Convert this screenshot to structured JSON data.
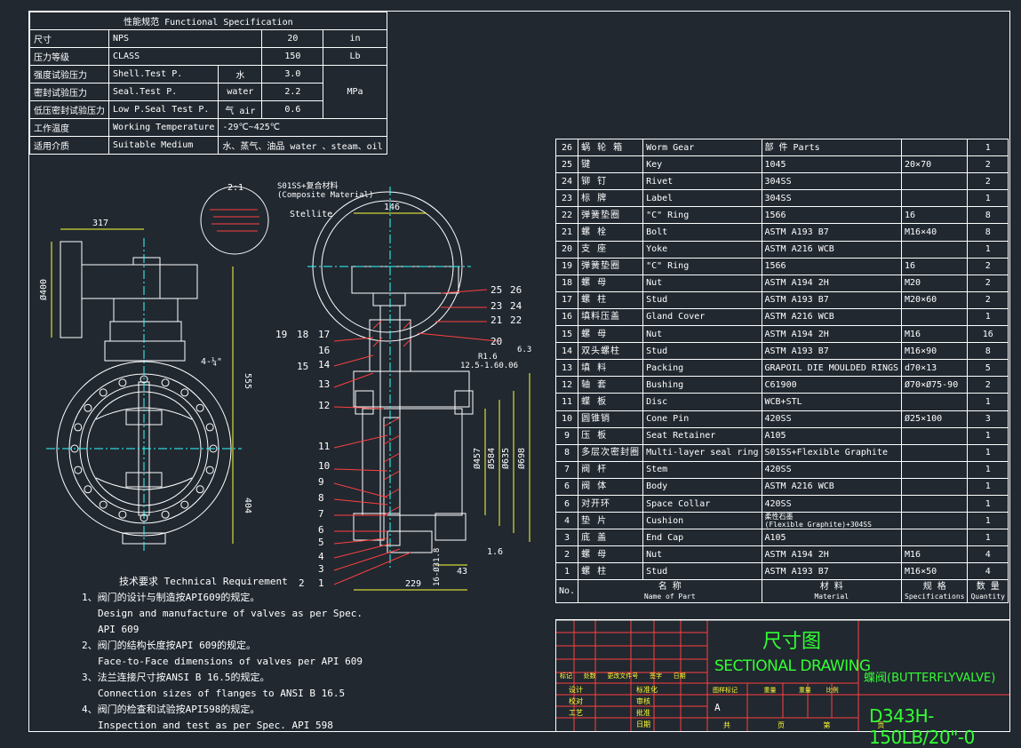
{
  "spec": {
    "title": "性能规范 Functional Specification",
    "rows": [
      {
        "cn": "尺寸",
        "en": "NPS",
        "value": "20",
        "unit": "in"
      },
      {
        "cn": "压力等级",
        "en": "CLASS",
        "value": "150",
        "unit": "Lb"
      },
      {
        "cn": "强度试验压力",
        "en": "Shell.Test P.",
        "medium": "水",
        "value": "3.0",
        "unit": ""
      },
      {
        "cn": "密封试验压力",
        "en": "Seal.Test P.",
        "medium": "water",
        "value": "2.2",
        "unit": "MPa"
      },
      {
        "cn": "低压密封试验压力",
        "en": "Low P.Seal Test P.",
        "medium": "气 air",
        "value": "0.6",
        "unit": ""
      },
      {
        "cn": "工作温度",
        "en": "Working Temperature",
        "value": "-29℃~425℃"
      },
      {
        "cn": "适用介质",
        "en": "Suitable Medium",
        "value": "水、蒸气、油品  water 、steam、oil"
      }
    ]
  },
  "parts_header": {
    "no": "No.",
    "name_cn": "名  称",
    "name_en": "Name of Part",
    "mat_cn": "材  料",
    "mat_en": "Material",
    "spec_cn": "规  格",
    "spec_en": "Specifications",
    "qty_cn": "数 量",
    "qty_en": "Quantity"
  },
  "parts": [
    {
      "no": "26",
      "cn": "蜗 轮 箱",
      "en": "Worm Gear",
      "mat": "部  件    Parts",
      "spec": "",
      "qty": "1"
    },
    {
      "no": "25",
      "cn": "键",
      "en": "Key",
      "mat": "1045",
      "spec": "20×70",
      "qty": "2"
    },
    {
      "no": "24",
      "cn": "铆  钉",
      "en": "Rivet",
      "mat": "304SS",
      "spec": "",
      "qty": "2"
    },
    {
      "no": "23",
      "cn": "标  牌",
      "en": "Label",
      "mat": "304SS",
      "spec": "",
      "qty": "1"
    },
    {
      "no": "22",
      "cn": "弹簧垫圈",
      "en": "\"C\" Ring",
      "mat": "1566",
      "spec": "16",
      "qty": "8"
    },
    {
      "no": "21",
      "cn": "螺  栓",
      "en": "Bolt",
      "mat": "ASTM A193 B7",
      "spec": "M16×40",
      "qty": "8"
    },
    {
      "no": "20",
      "cn": "支  座",
      "en": "Yoke",
      "mat": "ASTM A216 WCB",
      "spec": "",
      "qty": "1"
    },
    {
      "no": "19",
      "cn": "弹簧垫圈",
      "en": "\"C\" Ring",
      "mat": "1566",
      "spec": "16",
      "qty": "2"
    },
    {
      "no": "18",
      "cn": "螺  母",
      "en": "Nut",
      "mat": "ASTM A194 2H",
      "spec": "M20",
      "qty": "2"
    },
    {
      "no": "17",
      "cn": "螺  柱",
      "en": "Stud",
      "mat": "ASTM A193 B7",
      "spec": "M20×60",
      "qty": "2"
    },
    {
      "no": "16",
      "cn": "填料压盖",
      "en": "Gland Cover",
      "mat": "ASTM A216 WCB",
      "spec": "",
      "qty": "1"
    },
    {
      "no": "15",
      "cn": "螺  母",
      "en": "Nut",
      "mat": "ASTM  A194 2H",
      "spec": "M16",
      "qty": "16"
    },
    {
      "no": "14",
      "cn": "双头螺柱",
      "en": "Stud",
      "mat": "ASTM  A193  B7",
      "spec": "M16×90",
      "qty": "8"
    },
    {
      "no": "13",
      "cn": "填  料",
      "en": "Packing",
      "mat": "GRAPOIL DIE MOULDED RINGS",
      "spec": "d70×13",
      "qty": "5"
    },
    {
      "no": "12",
      "cn": "轴  套",
      "en": "Bushing",
      "mat": "C61900",
      "spec": "Ø70×Ø75-90",
      "qty": "2"
    },
    {
      "no": "11",
      "cn": "蝶  板",
      "en": "Disc",
      "mat": "WCB+STL",
      "spec": "",
      "qty": "1"
    },
    {
      "no": "10",
      "cn": "圆锥销",
      "en": "Cone Pin",
      "mat": "420SS",
      "spec": "Ø25×100",
      "qty": "3"
    },
    {
      "no": "9",
      "cn": "压  板",
      "en": "Seat Retainer",
      "mat": "A105",
      "spec": "",
      "qty": "1"
    },
    {
      "no": "8",
      "cn": "多层次密封圈",
      "en": "Multi-layer seal ring",
      "mat": "S01SS+Flexible Graphite",
      "spec": "",
      "qty": "1"
    },
    {
      "no": "7",
      "cn": "阀  杆",
      "en": "Stem",
      "mat": "420SS",
      "spec": "",
      "qty": "1"
    },
    {
      "no": "6",
      "cn": "阀  体",
      "en": "Body",
      "mat": "ASTM A216 WCB",
      "spec": "",
      "qty": "1"
    },
    {
      "no": "6",
      "cn": "对开环",
      "en": "Space Collar",
      "mat": "420SS",
      "spec": "",
      "qty": "1"
    },
    {
      "no": "4",
      "cn": "垫  片",
      "en": "Cushion",
      "mat": "柔性石墨\n(Flexible Graphite)+304SS",
      "spec": "",
      "qty": "1"
    },
    {
      "no": "3",
      "cn": "底  盖",
      "en": "End Cap",
      "mat": "A105",
      "spec": "",
      "qty": "1"
    },
    {
      "no": "2",
      "cn": "螺  母",
      "en": "Nut",
      "mat": "ASTM  A194 2H",
      "spec": "M16",
      "qty": "4"
    },
    {
      "no": "1",
      "cn": "螺  柱",
      "en": "Stud",
      "mat": "ASTM A193 B7",
      "spec": "M16×50",
      "qty": "4"
    }
  ],
  "requirements": {
    "title": "技术要求 Technical Requirement",
    "items": [
      {
        "cn": "1、阀门的设计与制造按API609的规定。",
        "en": "Design and manufacture of valves as per Spec. API 609"
      },
      {
        "cn": "2、阀门的结构长度按API 609的规定。",
        "en": "Face-to-Face dimensions of valves per API 609"
      },
      {
        "cn": "3、法兰连接尺寸按ANSI B 16.5的规定。",
        "en": "Connection sizes of flanges to ANSI B 16.5"
      },
      {
        "cn": "4、阀门的检查和试验按API598的规定。",
        "en": "Inspection and test as per Spec. API 598"
      }
    ]
  },
  "title_block": {
    "drawing_cn": "尺寸图",
    "drawing_en": "SECTIONAL DRAWING",
    "product": "蝶阀(BUTTERFLYVALVE)",
    "code": "D343H-150LB/20\"-0",
    "mark": "A",
    "labels_row1": [
      "标记",
      "处数",
      "更改文件号",
      "签字",
      "日期"
    ],
    "labels_left": [
      "设计",
      "校对",
      "工艺"
    ],
    "labels_mid": [
      "标准化",
      "审核",
      "批准",
      "日期"
    ],
    "labels_stage": [
      "图样标记",
      "重量",
      "重量",
      "比例"
    ],
    "sheet": [
      "共",
      "页",
      "第",
      "页"
    ]
  },
  "drawing_labels": {
    "front_dims": [
      "317",
      "Ø400",
      "555",
      "404",
      "4-¼\""
    ],
    "scale": "2:1",
    "composite_note": "S01SS+复合材料\n(Composite Material)",
    "stellite": "Stellite",
    "side_dims": [
      "146",
      "Ø457",
      "Ø584",
      "Ø635",
      "Ø698",
      "229",
      "1.6",
      "43",
      "16-Ø31.8",
      "R1.6",
      "12.5-1.60.06",
      "6.3"
    ],
    "balloons_left": [
      "19",
      "18",
      "17",
      "16",
      "15",
      "14",
      "13",
      "12",
      "11",
      "10",
      "9",
      "8",
      "7",
      "6",
      "5",
      "4",
      "3",
      "2",
      "1"
    ],
    "balloons_right": [
      "25",
      "26",
      "23",
      "24",
      "21",
      "22",
      "20"
    ]
  },
  "colors": {
    "background": "#212830",
    "line": "#ffffff",
    "dim": "#ffff33",
    "leader": "#ff4040",
    "center": "#33ffff",
    "title_green": "#33ff33"
  }
}
